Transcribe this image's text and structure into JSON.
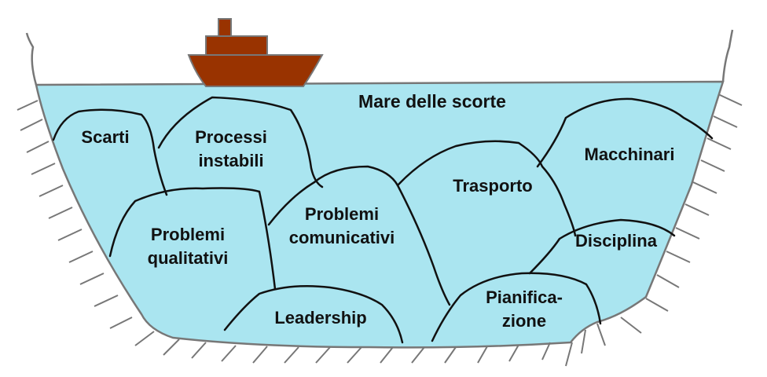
{
  "title": "Mare delle scorte",
  "colors": {
    "water": "#aae5f0",
    "ship": "#993300",
    "line": "#111111",
    "shore": "#777777"
  },
  "icons": {
    "ship": "ship-icon"
  },
  "rocks": [
    {
      "id": "scarti",
      "lines": [
        "Scarti"
      ]
    },
    {
      "id": "processi-instabili",
      "lines": [
        "Processi",
        "instabili"
      ]
    },
    {
      "id": "problemi-qualitativi",
      "lines": [
        "Problemi",
        "qualitativi"
      ]
    },
    {
      "id": "problemi-comunicativi",
      "lines": [
        "Problemi",
        "comunicativi"
      ]
    },
    {
      "id": "leadership",
      "lines": [
        "Leadership"
      ]
    },
    {
      "id": "trasporto",
      "lines": [
        "Trasporto"
      ]
    },
    {
      "id": "macchinari",
      "lines": [
        "Macchinari"
      ]
    },
    {
      "id": "disciplina",
      "lines": [
        "Disciplina"
      ]
    },
    {
      "id": "pianificazione",
      "lines": [
        "Pianifica-",
        "zione"
      ]
    }
  ]
}
